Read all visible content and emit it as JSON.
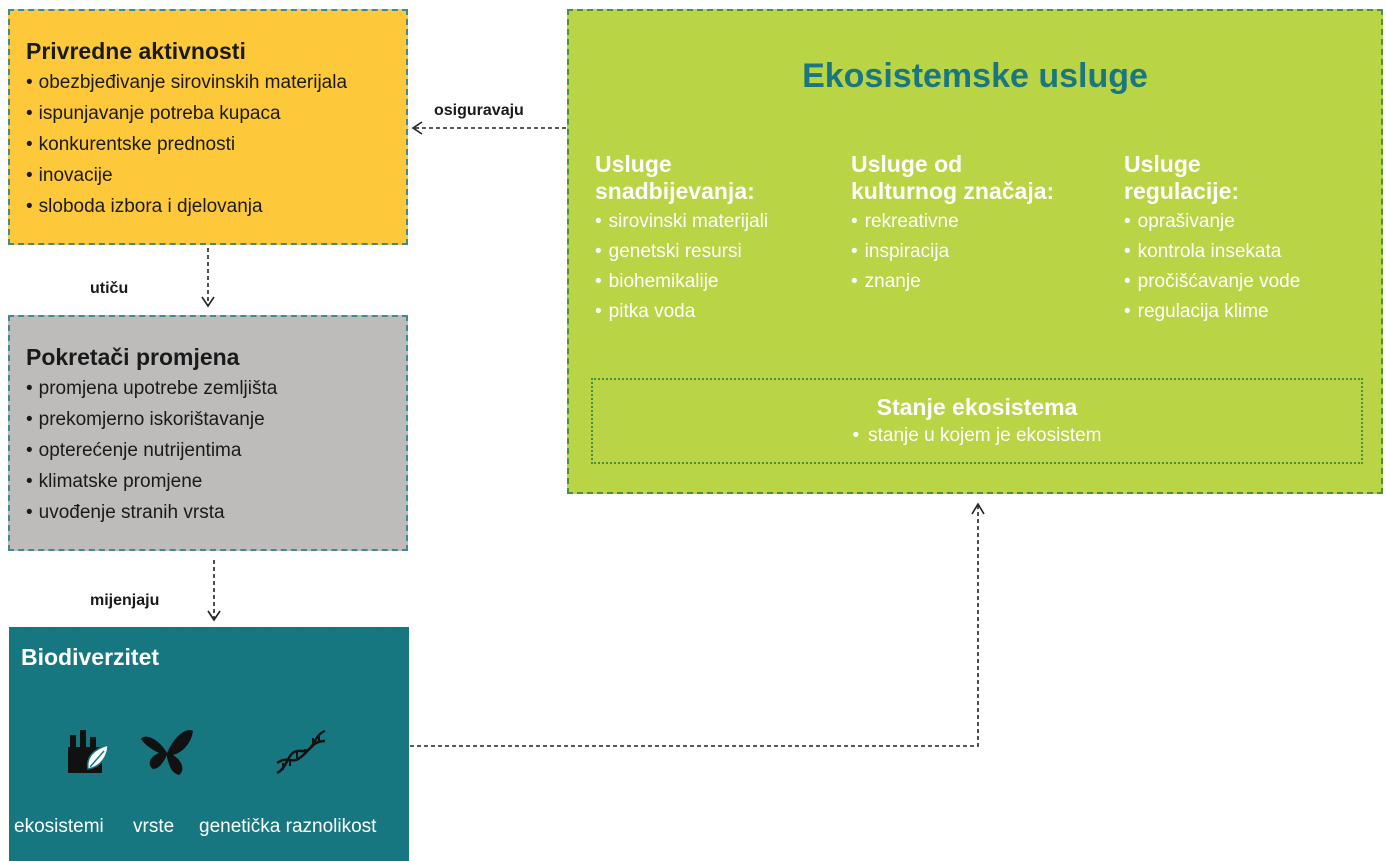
{
  "privredne": {
    "title": "Privredne aktivnosti",
    "items": [
      "obezbjeđivanje sirovinskih materijala",
      "ispunjavanje potreba kupaca",
      "konkurentske prednosti",
      "inovacije",
      "sloboda izbora i djelovanja"
    ]
  },
  "pokretaci": {
    "title": "Pokretači promjena",
    "items": [
      "promjena upotrebe zemljišta",
      "prekomjerno iskorištavanje",
      "opterećenje nutrijentima",
      "klimatske promjene",
      "uvođenje stranih vrsta"
    ]
  },
  "biodiverzitet": {
    "title": "Biodiverzitet",
    "icons": [
      "factory-leaf-icon",
      "butterfly-icon",
      "dna-icon"
    ],
    "labels": [
      "ekosistemi",
      "vrste",
      "genetička raznolikost"
    ]
  },
  "ekosistemske_usluge": {
    "title": "Ekosistemske usluge",
    "snabdijevanje": {
      "title_line1": "Usluge",
      "title_line2": "snadbijevanja:",
      "items": [
        "sirovinski materijali",
        "genetski resursi",
        "biohemikalije",
        "pitka voda"
      ]
    },
    "kulturni": {
      "title_line1": "Usluge od",
      "title_line2": "kulturnog značaja:",
      "items": [
        "rekreativne",
        "inspiracija",
        "znanje"
      ]
    },
    "regulacija": {
      "title_line1": "Usluge",
      "title_line2": "regulacije:",
      "items": [
        "oprašivanje",
        "kontrola insekata",
        "pročišćavanje vode",
        "regulacija klime"
      ]
    },
    "stanje": {
      "title": "Stanje ekosistema",
      "item": "stanje u kojem je ekosistem"
    }
  },
  "connectors": {
    "osiguravaju": "osiguravaju",
    "uticu": "utiču",
    "mijenjaju": "mijenjaju"
  },
  "colors": {
    "privredne_bg": "#fdc93a",
    "pokretaci_bg": "#bdbcbb",
    "biodiverzitet_bg": "#177781",
    "usluge_bg": "#b9d444",
    "usluge_title": "#1a7781",
    "border": "#3f8a95"
  }
}
